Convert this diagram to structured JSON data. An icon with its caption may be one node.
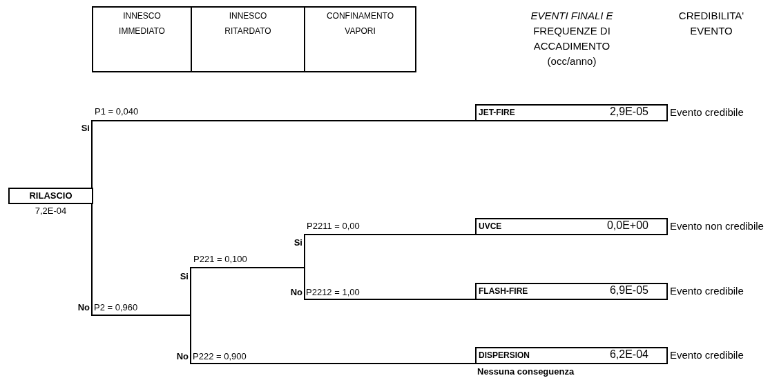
{
  "diagram": {
    "nodes": [
      {
        "text": [
          "RILASCIO"
        ],
        "beside": [
          "7,2E-04"
        ]
      },
      {
        "text": [
          "JET-FIRE",
          "2,9E-05"
        ],
        "beside": [
          "Evento credibile"
        ]
      },
      {
        "text": [
          "UVCE",
          "0,0E+00"
        ],
        "beside": [
          "Evento non credibile"
        ]
      },
      {
        "text": [
          "FLASH-FIRE",
          "6,9E-05"
        ],
        "beside": [
          "Evento credibile"
        ]
      },
      {
        "text": [
          "DISPERSION",
          "6,2E-04"
        ],
        "beside": [
          "Evento credibile",
          "Nessuna conseguenza"
        ]
      }
    ],
    "edges": [
      {
        "from": 0,
        "to": 1,
        "arrow": "none"
      },
      {
        "from": 0,
        "to": 2,
        "arrow": "none"
      },
      {
        "from": 0,
        "to": 3,
        "arrow": "none"
      },
      {
        "from": 0,
        "to": 4,
        "arrow": "none"
      }
    ],
    "labels": [
      "INNESCO IMMEDIATO",
      "INNESCO RITARDATO",
      "CONFINAMENTO VAPORI",
      "*EVENTI FINALI E* FREQUENZE DI ACCADIMENTO (occ/anno)",
      "CREDIBILITA' EVENTO",
      "P1 = 0,040",
      "Si",
      "P2211 = 0,00",
      "Si",
      "P221 = 0,100",
      "Si",
      "No",
      "P2212 = 1,00",
      "No",
      "P2 = 0,960",
      "No",
      "P222 = 0,900"
    ]
  }
}
